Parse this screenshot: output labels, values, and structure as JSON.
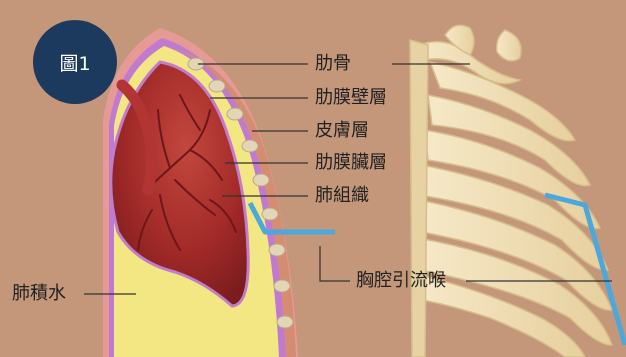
{
  "figure": {
    "badge": "圖1"
  },
  "labels": {
    "rib": "肋骨",
    "parietal_pleura": "肋膜壁層",
    "skin_layer": "皮膚層",
    "visceral_pleura": "肋膜臟層",
    "lung_tissue": "肺組織",
    "chest_tube": "胸腔引流喉",
    "pleural_effusion": "肺積水"
  },
  "colors": {
    "background": "#c4977a",
    "badge": "#1c3a5e",
    "lung": "#a8302d",
    "fluid": "#f3e784",
    "tube": "#4aa8dc",
    "bone": "#f1dfb4"
  }
}
